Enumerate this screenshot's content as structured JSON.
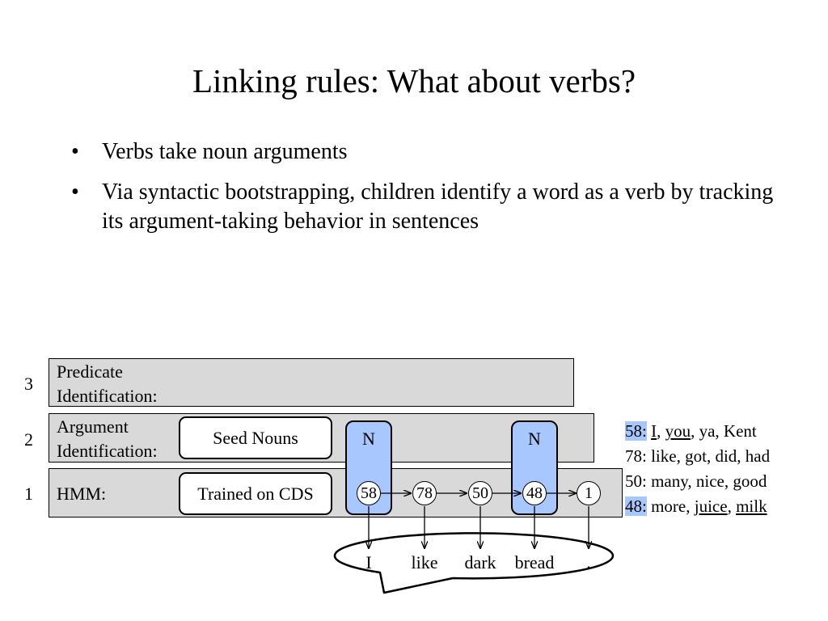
{
  "slide": {
    "title": "Linking rules: What about verbs?",
    "bullet_char": "•",
    "bullets": [
      "Verbs take noun arguments",
      "Via syntactic bootstrapping, children identify a word as a verb by tracking its argument-taking behavior in sentences"
    ]
  },
  "diagram": {
    "layers": [
      {
        "num": "3",
        "label_line1": "Predicate",
        "label_line2": "Identification:"
      },
      {
        "num": "2",
        "label_line1": "Argument",
        "label_line2": "Identification:"
      },
      {
        "num": "1",
        "label": "HMM:"
      }
    ],
    "seed_nouns": "Seed Nouns",
    "trained_on": "Trained on CDS",
    "noun_tag": "N",
    "states": [
      "58",
      "78",
      "50",
      "48",
      "1"
    ],
    "noun_states": [
      "58",
      "48"
    ],
    "sentence_words": [
      "I",
      "like",
      "dark",
      "bread",
      "."
    ],
    "highlight_color": "#a9c7ff",
    "layer_fill": "#d9d9d9"
  },
  "clusters": {
    "rows": [
      {
        "id": "58",
        "words": [
          {
            "text": "I",
            "underline": true
          },
          {
            "text": "you",
            "underline": true
          },
          {
            "text": "ya",
            "underline": false
          },
          {
            "text": "Kent",
            "underline": false
          }
        ],
        "highlight": true
      },
      {
        "id": "78",
        "words": [
          {
            "text": "like",
            "underline": false
          },
          {
            "text": "got",
            "underline": false
          },
          {
            "text": "did",
            "underline": false
          },
          {
            "text": "had",
            "underline": false
          }
        ],
        "highlight": false
      },
      {
        "id": "50",
        "words": [
          {
            "text": "many",
            "underline": false
          },
          {
            "text": "nice",
            "underline": false
          },
          {
            "text": "good",
            "underline": false
          }
        ],
        "highlight": false
      },
      {
        "id": "48",
        "words": [
          {
            "text": "more",
            "underline": false
          },
          {
            "text": "juice",
            "underline": true
          },
          {
            "text": "milk",
            "underline": true
          }
        ],
        "highlight": true
      }
    ]
  }
}
